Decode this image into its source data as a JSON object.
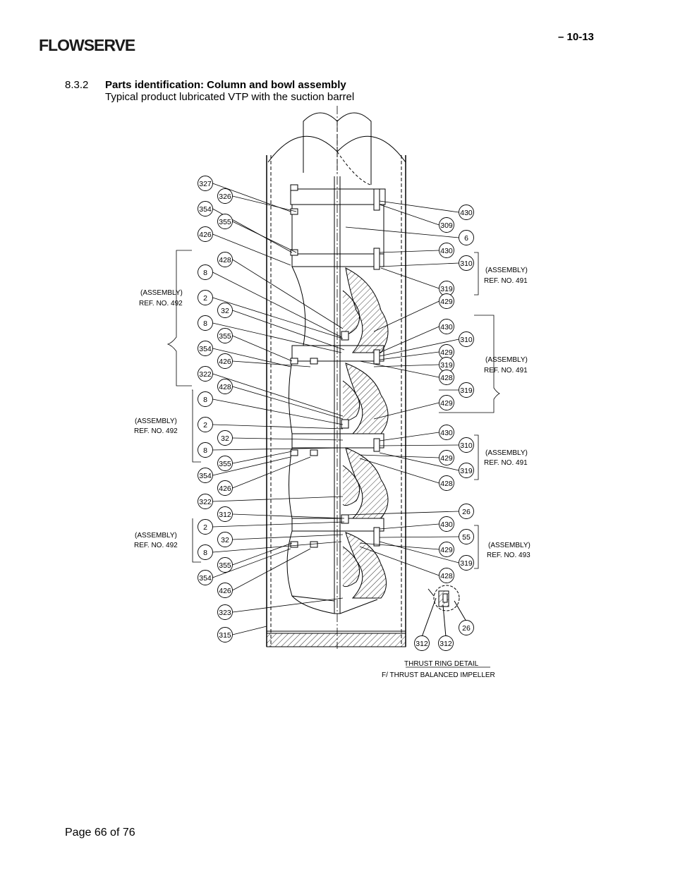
{
  "header": {
    "logo_text": "FLOWSERVE",
    "page_code": "– 10-13"
  },
  "section": {
    "number": "8.3.2",
    "title": "Parts identification: Column and bowl assembly",
    "subtitle": "Typical product lubricated VTP with the suction barrel"
  },
  "footer": {
    "page": "Page 66 of 76"
  },
  "figure": {
    "assembly_labels": [
      {
        "id": "a492_1",
        "line1": "(ASSEMBLY)",
        "line2": "REF. NO. 492"
      },
      {
        "id": "a492_2",
        "line1": "(ASSEMBLY)",
        "line2": "REF. NO. 492"
      },
      {
        "id": "a492_3",
        "line1": "(ASSEMBLY)",
        "line2": "REF. NO. 492"
      },
      {
        "id": "a491_1",
        "line1": "(ASSEMBLY)",
        "line2": "REF. NO. 491"
      },
      {
        "id": "a491_2",
        "line1": "(ASSEMBLY)",
        "line2": "REF. NO. 491"
      },
      {
        "id": "a491_3",
        "line1": "(ASSEMBLY)",
        "line2": "REF. NO. 491"
      },
      {
        "id": "a493",
        "line1": "(ASSEMBLY)",
        "line2": "REF. NO. 493"
      }
    ],
    "detail_caption": {
      "line1": "THRUST RING DETAIL",
      "line2": "F/ THRUST BALANCED IMPELLER"
    },
    "left_callouts": [
      "327",
      "326",
      "354",
      "355",
      "426",
      "428",
      "8",
      "2",
      "32",
      "8",
      "355",
      "354",
      "426",
      "322",
      "428",
      "8",
      "2",
      "32",
      "8",
      "355",
      "354",
      "426",
      "322",
      "312",
      "2",
      "32",
      "8",
      "355",
      "354",
      "426",
      "323",
      "315"
    ],
    "right_callouts": [
      "430",
      "309",
      "6",
      "430",
      "310",
      "319",
      "429",
      "430",
      "310",
      "429",
      "319",
      "428",
      "319",
      "429",
      "430",
      "310",
      "429",
      "319",
      "428",
      "26",
      "430",
      "55",
      "429",
      "319",
      "428",
      "26",
      "312",
      "312"
    ]
  }
}
